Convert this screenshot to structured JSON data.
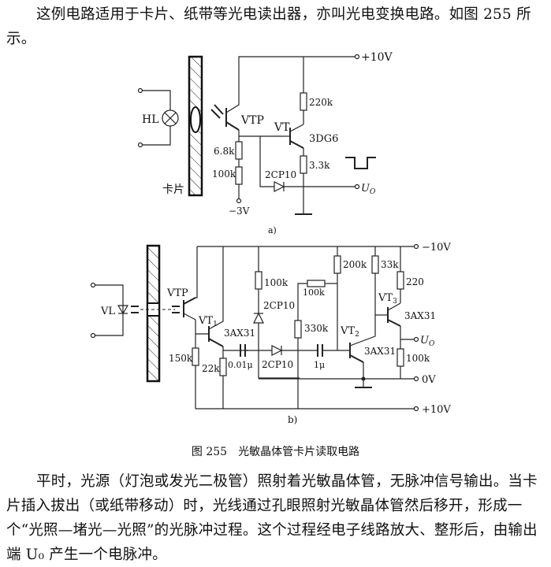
{
  "intro_paragraph": "这例电路适用于卡片、纸带等光电读出器，亦叫光电变换电路。如图 255 所示。",
  "figure": {
    "caption": "图 255　光敏晶体管卡片读取电路",
    "a": {
      "sublabel": "a)",
      "supply_pos": "+10V",
      "supply_neg": "−3V",
      "lamp": "HL",
      "card": "卡片",
      "phototransistor": "VTP",
      "transistor": "VT",
      "transistor_type": "3DG6",
      "r_collector": "220k",
      "r_emitter": "3.3k",
      "r1": "6.8k",
      "r2": "100k",
      "diode": "2CP10",
      "output": "U",
      "output_sub": "O"
    },
    "b": {
      "sublabel": "b)",
      "supply_neg": "−10V",
      "supply_zero": "0V",
      "supply_pos": "+10V",
      "led": "VL",
      "phototransistor": "VTP",
      "vt1": "VT",
      "vt1_sub": "1",
      "vt1_type": "3AX31",
      "vt2": "VT",
      "vt2_sub": "2",
      "vt2_type": "3AX31",
      "vt3": "VT",
      "vt3_sub": "3",
      "vt3_type": "3AX31",
      "r_150k": "150k",
      "r_22k": "22k",
      "c_001": "0.01μ",
      "r_100k_top": "100k",
      "diode_top": "2CP10",
      "diode_mid": "2CP10",
      "r_100k_fb": "100k",
      "r_330k": "330k",
      "c_1u": "1μ",
      "r_200k": "200k",
      "r_33k": "33k",
      "r_220": "220",
      "r_100k_out": "100k",
      "output": "U",
      "output_sub": "O"
    }
  },
  "body_paragraph": "平时，光源（灯泡或发光二极管）照射着光敏晶体管，无脉冲信号输出。当卡片插入拔出（或纸带移动）时，光线通过孔眼照射光敏晶体管然后移开，形成一个“光照—堵光—光照”的光脉冲过程。这个过程经电子线路放大、整形后，由输出端 U₀ 产生一个电脉冲。"
}
